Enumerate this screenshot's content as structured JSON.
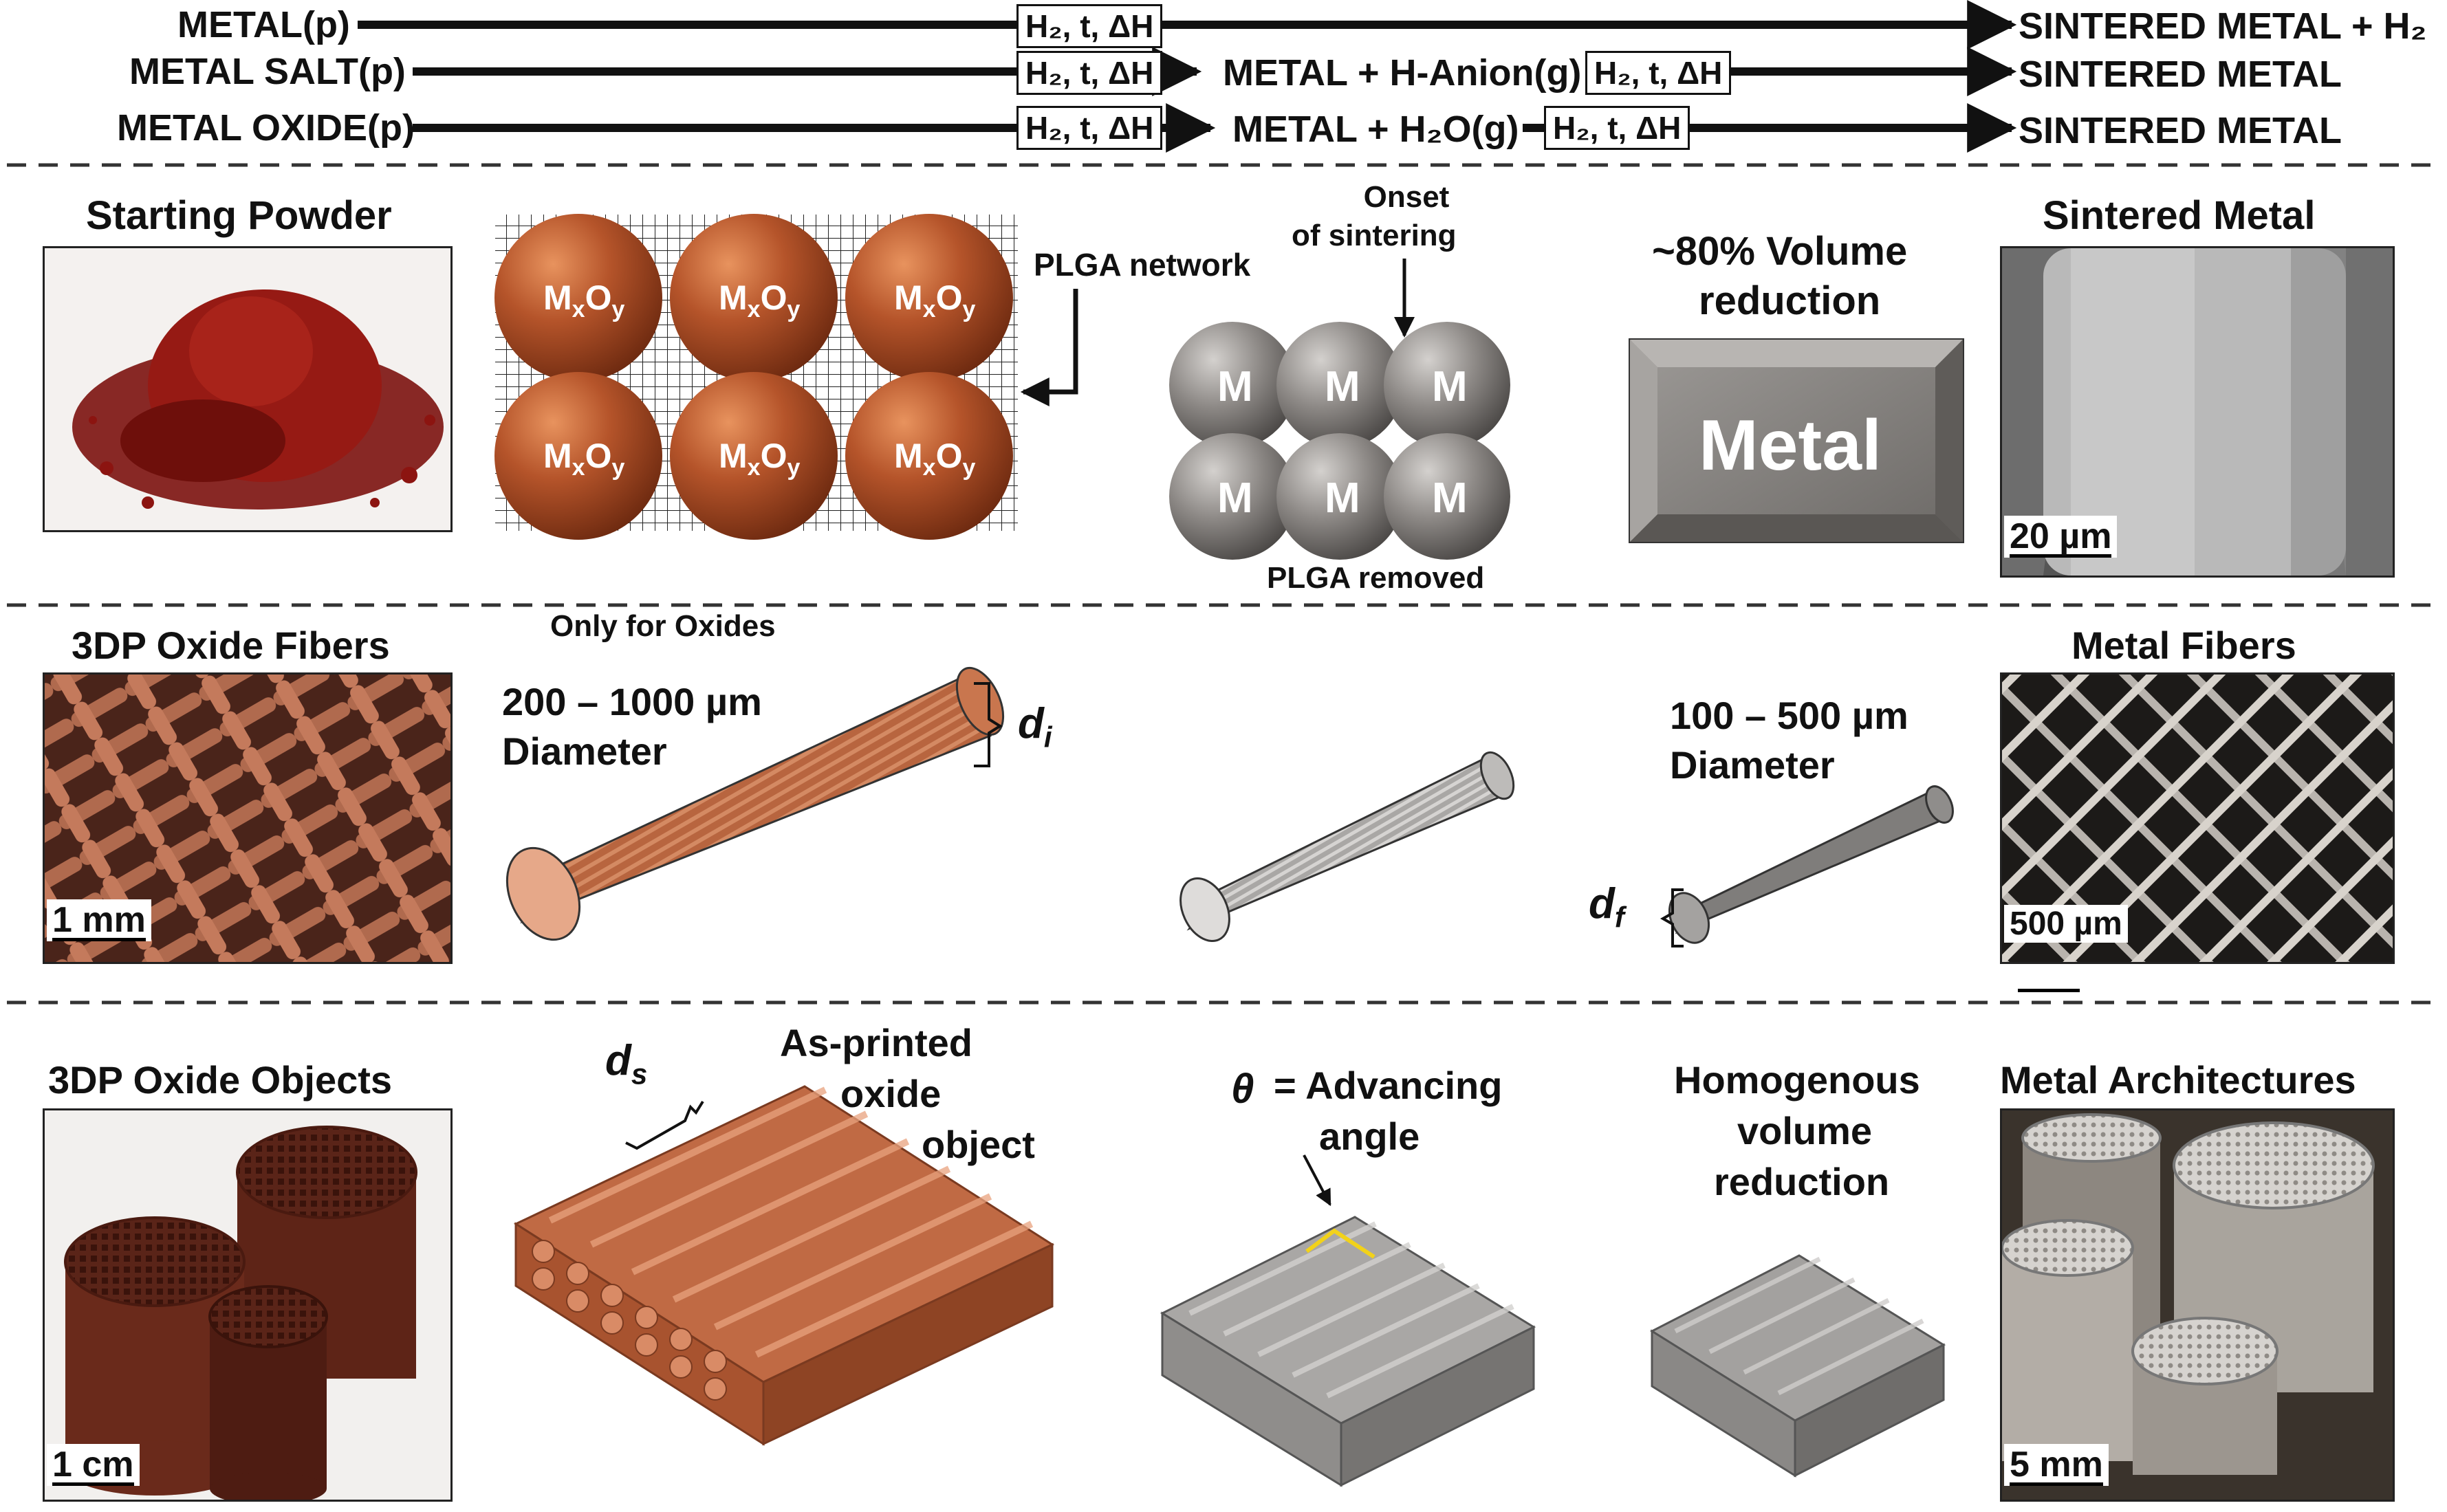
{
  "reactions": [
    {
      "reactant": "METAL(p)",
      "cond1": "H₂, t, ΔH",
      "intermediate": "",
      "cond2": "",
      "product": "SINTERED METAL + H₂"
    },
    {
      "reactant": "METAL SALT(p)",
      "cond1": "H₂, t, ΔH",
      "intermediate": "METAL + H-Anion(g)",
      "cond2": "H₂, t, ΔH",
      "product": "SINTERED METAL"
    },
    {
      "reactant": "METAL OXIDE(p)",
      "cond1": "H₂, t, ΔH",
      "intermediate": "METAL + H₂O(g)",
      "cond2": "H₂, t, ΔH",
      "product": "SINTERED METAL"
    }
  ],
  "row2": {
    "starting_powder": "Starting Powder",
    "particle_label": "MxOy",
    "plga_network": "PLGA network",
    "onset": [
      "Onset",
      "of sintering"
    ],
    "metal_particle": "M",
    "plga_removed": "PLGA removed",
    "volume_reduction": [
      "~80% Volume",
      "reduction"
    ],
    "metal_block": "Metal",
    "sintered_metal": "Sintered Metal",
    "sintered_scale": "20 µm"
  },
  "row3": {
    "oxide_fibers": "3DP Oxide Fibers",
    "oxide_fibers_scale": "1 mm",
    "only_oxides": "Only for Oxides",
    "oxide_diameter": [
      "200 – 1000 µm",
      "Diameter"
    ],
    "di_label": "d",
    "di_sub": "i",
    "metal_diameter": [
      "100 – 500 µm",
      "Diameter"
    ],
    "df_label": "d",
    "df_sub": "f",
    "metal_fibers": "Metal Fibers",
    "metal_fibers_scale": "500 µm"
  },
  "row4": {
    "oxide_objects": "3DP Oxide Objects",
    "oxide_objects_scale": "1 cm",
    "ds_label": "d",
    "ds_sub": "s",
    "as_printed": [
      "As-printed",
      "oxide",
      "object"
    ],
    "theta": "θ",
    "advancing": [
      "= Advancing",
      "angle"
    ],
    "homogenous": [
      "Homogenous",
      "volume",
      "reduction"
    ],
    "metal_architectures": "Metal Architectures",
    "metal_arch_scale": "5 mm"
  },
  "colors": {
    "oxide": "#b5542a",
    "metal": "#8a8784",
    "powder": "#8c1410",
    "dash": "#333333"
  }
}
